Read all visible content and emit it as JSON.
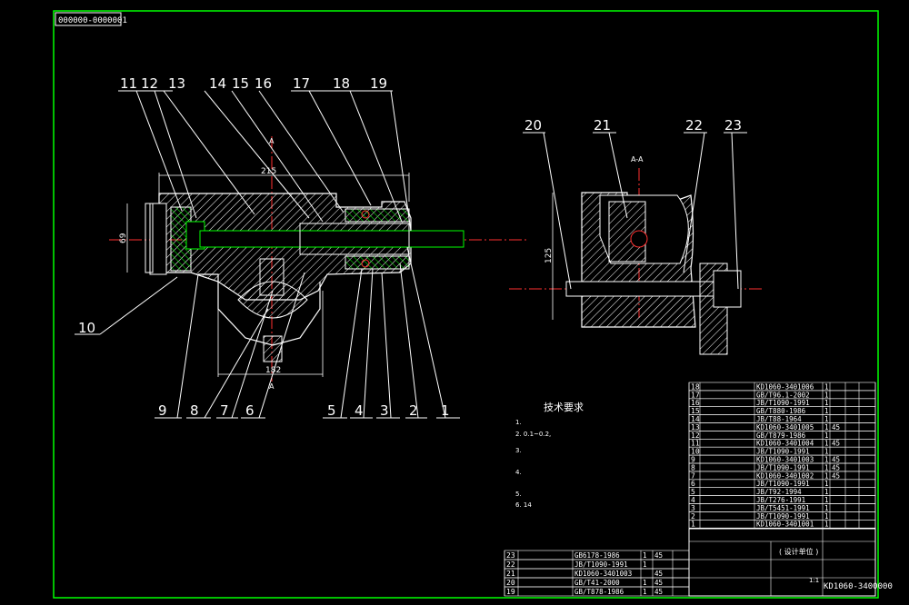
{
  "drawing": {
    "top_code": "000000-0000001",
    "balloons_top": [
      "11",
      "12",
      "13",
      "14",
      "15",
      "16",
      "17",
      "18",
      "19"
    ],
    "balloons_right": [
      "20",
      "21",
      "22",
      "23"
    ],
    "balloons_bottom": [
      "9",
      "8",
      "7",
      "6",
      "5",
      "4",
      "3",
      "2",
      "1"
    ],
    "balloon_left": "10",
    "dim_width": "215",
    "dim_height": "69",
    "dim_bottom": "182",
    "dim_125": "125",
    "section_mark": "A",
    "section_view": "A-A",
    "notes_title": "技术要求",
    "notes": [
      "1.",
      "2.                                    0.1~0.2,",
      "3.",
      "4.",
      "5.",
      "6.                              14"
    ]
  },
  "parts_right": [
    {
      "no": "18",
      "code": "KD1060-3401006",
      "qty": "1"
    },
    {
      "no": "17",
      "code": "GB/T96.1-2002",
      "qty": "1"
    },
    {
      "no": "16",
      "code": "JB/T1090-1991",
      "qty": "1"
    },
    {
      "no": "15",
      "code": "GB/T880-1986",
      "qty": "1"
    },
    {
      "no": "14",
      "code": "JB/T88-1964",
      "qty": "1"
    },
    {
      "no": "13",
      "code": "KD1060-3401005",
      "qty": "1",
      "mat": "45"
    },
    {
      "no": "12",
      "code": "GB/T879-1986",
      "qty": "1"
    },
    {
      "no": "11",
      "code": "KD1060-3401004",
      "qty": "1",
      "mat": "45"
    },
    {
      "no": "10",
      "code": "JB/T1090-1991",
      "qty": "1"
    },
    {
      "no": "9",
      "code": "KD1060-3401003",
      "qty": "1",
      "mat": "45"
    },
    {
      "no": "8",
      "code": "JB/T1090-1991",
      "qty": "1",
      "mat": "45"
    },
    {
      "no": "7",
      "code": "KD1060-3401002",
      "qty": "1",
      "mat": "45"
    },
    {
      "no": "6",
      "code": "JB/T1090-1991",
      "qty": "1"
    },
    {
      "no": "5",
      "code": "JB/T92-1994",
      "qty": "1"
    },
    {
      "no": "4",
      "code": "JB/T276-1991",
      "qty": "1"
    },
    {
      "no": "3",
      "code": "JB/T5451-1991",
      "qty": "1"
    },
    {
      "no": "2",
      "code": "JB/T1090-1991",
      "qty": "1"
    },
    {
      "no": "1",
      "code": "KD1060-3401001",
      "qty": "1"
    }
  ],
  "parts_bottom": [
    {
      "no": "23",
      "code": "GB6178-1986",
      "qty": "1",
      "mat": "45"
    },
    {
      "no": "22",
      "code": "JB/T1090-1991",
      "qty": "1"
    },
    {
      "no": "21",
      "code": "KD1060-3401003",
      "qty": "",
      "mat": "45"
    },
    {
      "no": "20",
      "code": "GB/T41-2000",
      "qty": "1",
      "mat": "45"
    },
    {
      "no": "19",
      "code": "GB/T878-1986",
      "qty": "1",
      "mat": "45"
    }
  ],
  "title_block": {
    "drawing_no": "KD1060-3400000",
    "scale": "1:1",
    "title_small": "( 设计单位 )"
  }
}
